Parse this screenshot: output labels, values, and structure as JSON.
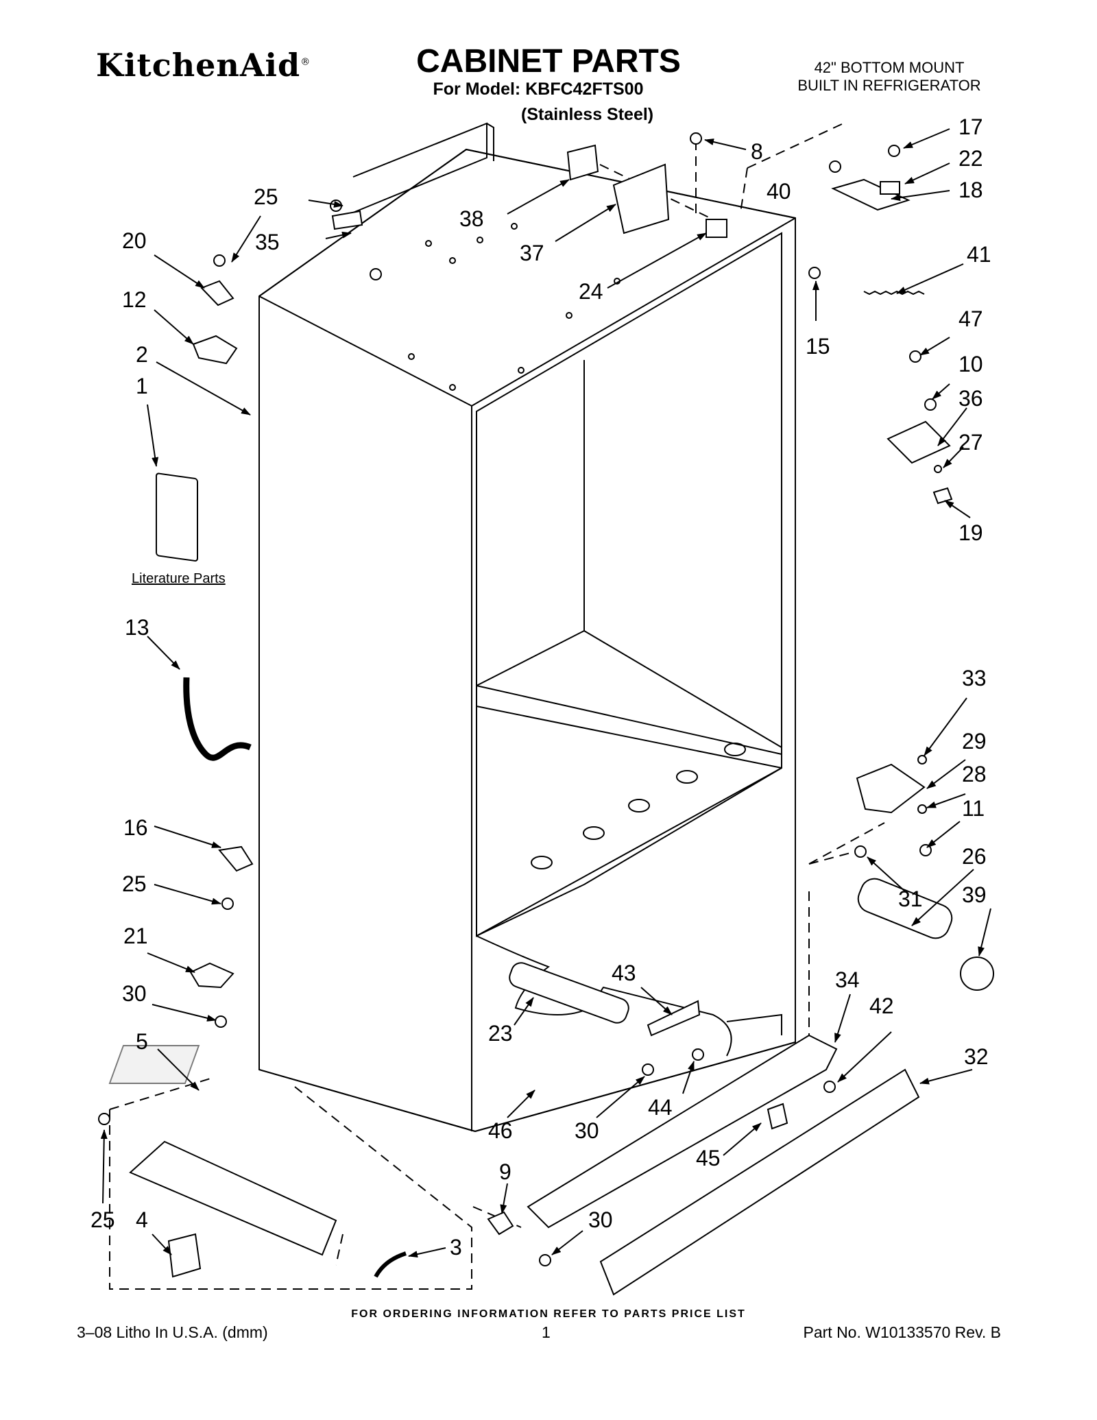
{
  "header": {
    "brand": "KitchenAid",
    "brand_mark": "®",
    "title": "CABINET PARTS",
    "model_line": "For Model: KBFC42FTS00",
    "finish": "(Stainless Steel)",
    "product_line1": "42\" BOTTOM MOUNT",
    "product_line2": "BUILT IN REFRIGERATOR"
  },
  "literature_label": "Literature Parts",
  "callouts": [
    "25",
    "20",
    "35",
    "38",
    "8",
    "17",
    "22",
    "40",
    "18",
    "37",
    "41",
    "24",
    "15",
    "12",
    "2",
    "1",
    "47",
    "10",
    "36",
    "27",
    "19",
    "13",
    "33",
    "29",
    "28",
    "16",
    "11",
    "26",
    "39",
    "25",
    "31",
    "21",
    "30",
    "43",
    "34",
    "42",
    "32",
    "23",
    "5",
    "44",
    "46",
    "30",
    "45",
    "9",
    "25",
    "4",
    "3",
    "30"
  ],
  "footer": {
    "ordering": "FOR ORDERING INFORMATION REFER TO PARTS PRICE LIST",
    "litho": "3–08 Litho In U.S.A. (dmm)",
    "page": "1",
    "part_no": "Part No. W10133570 Rev. B"
  }
}
